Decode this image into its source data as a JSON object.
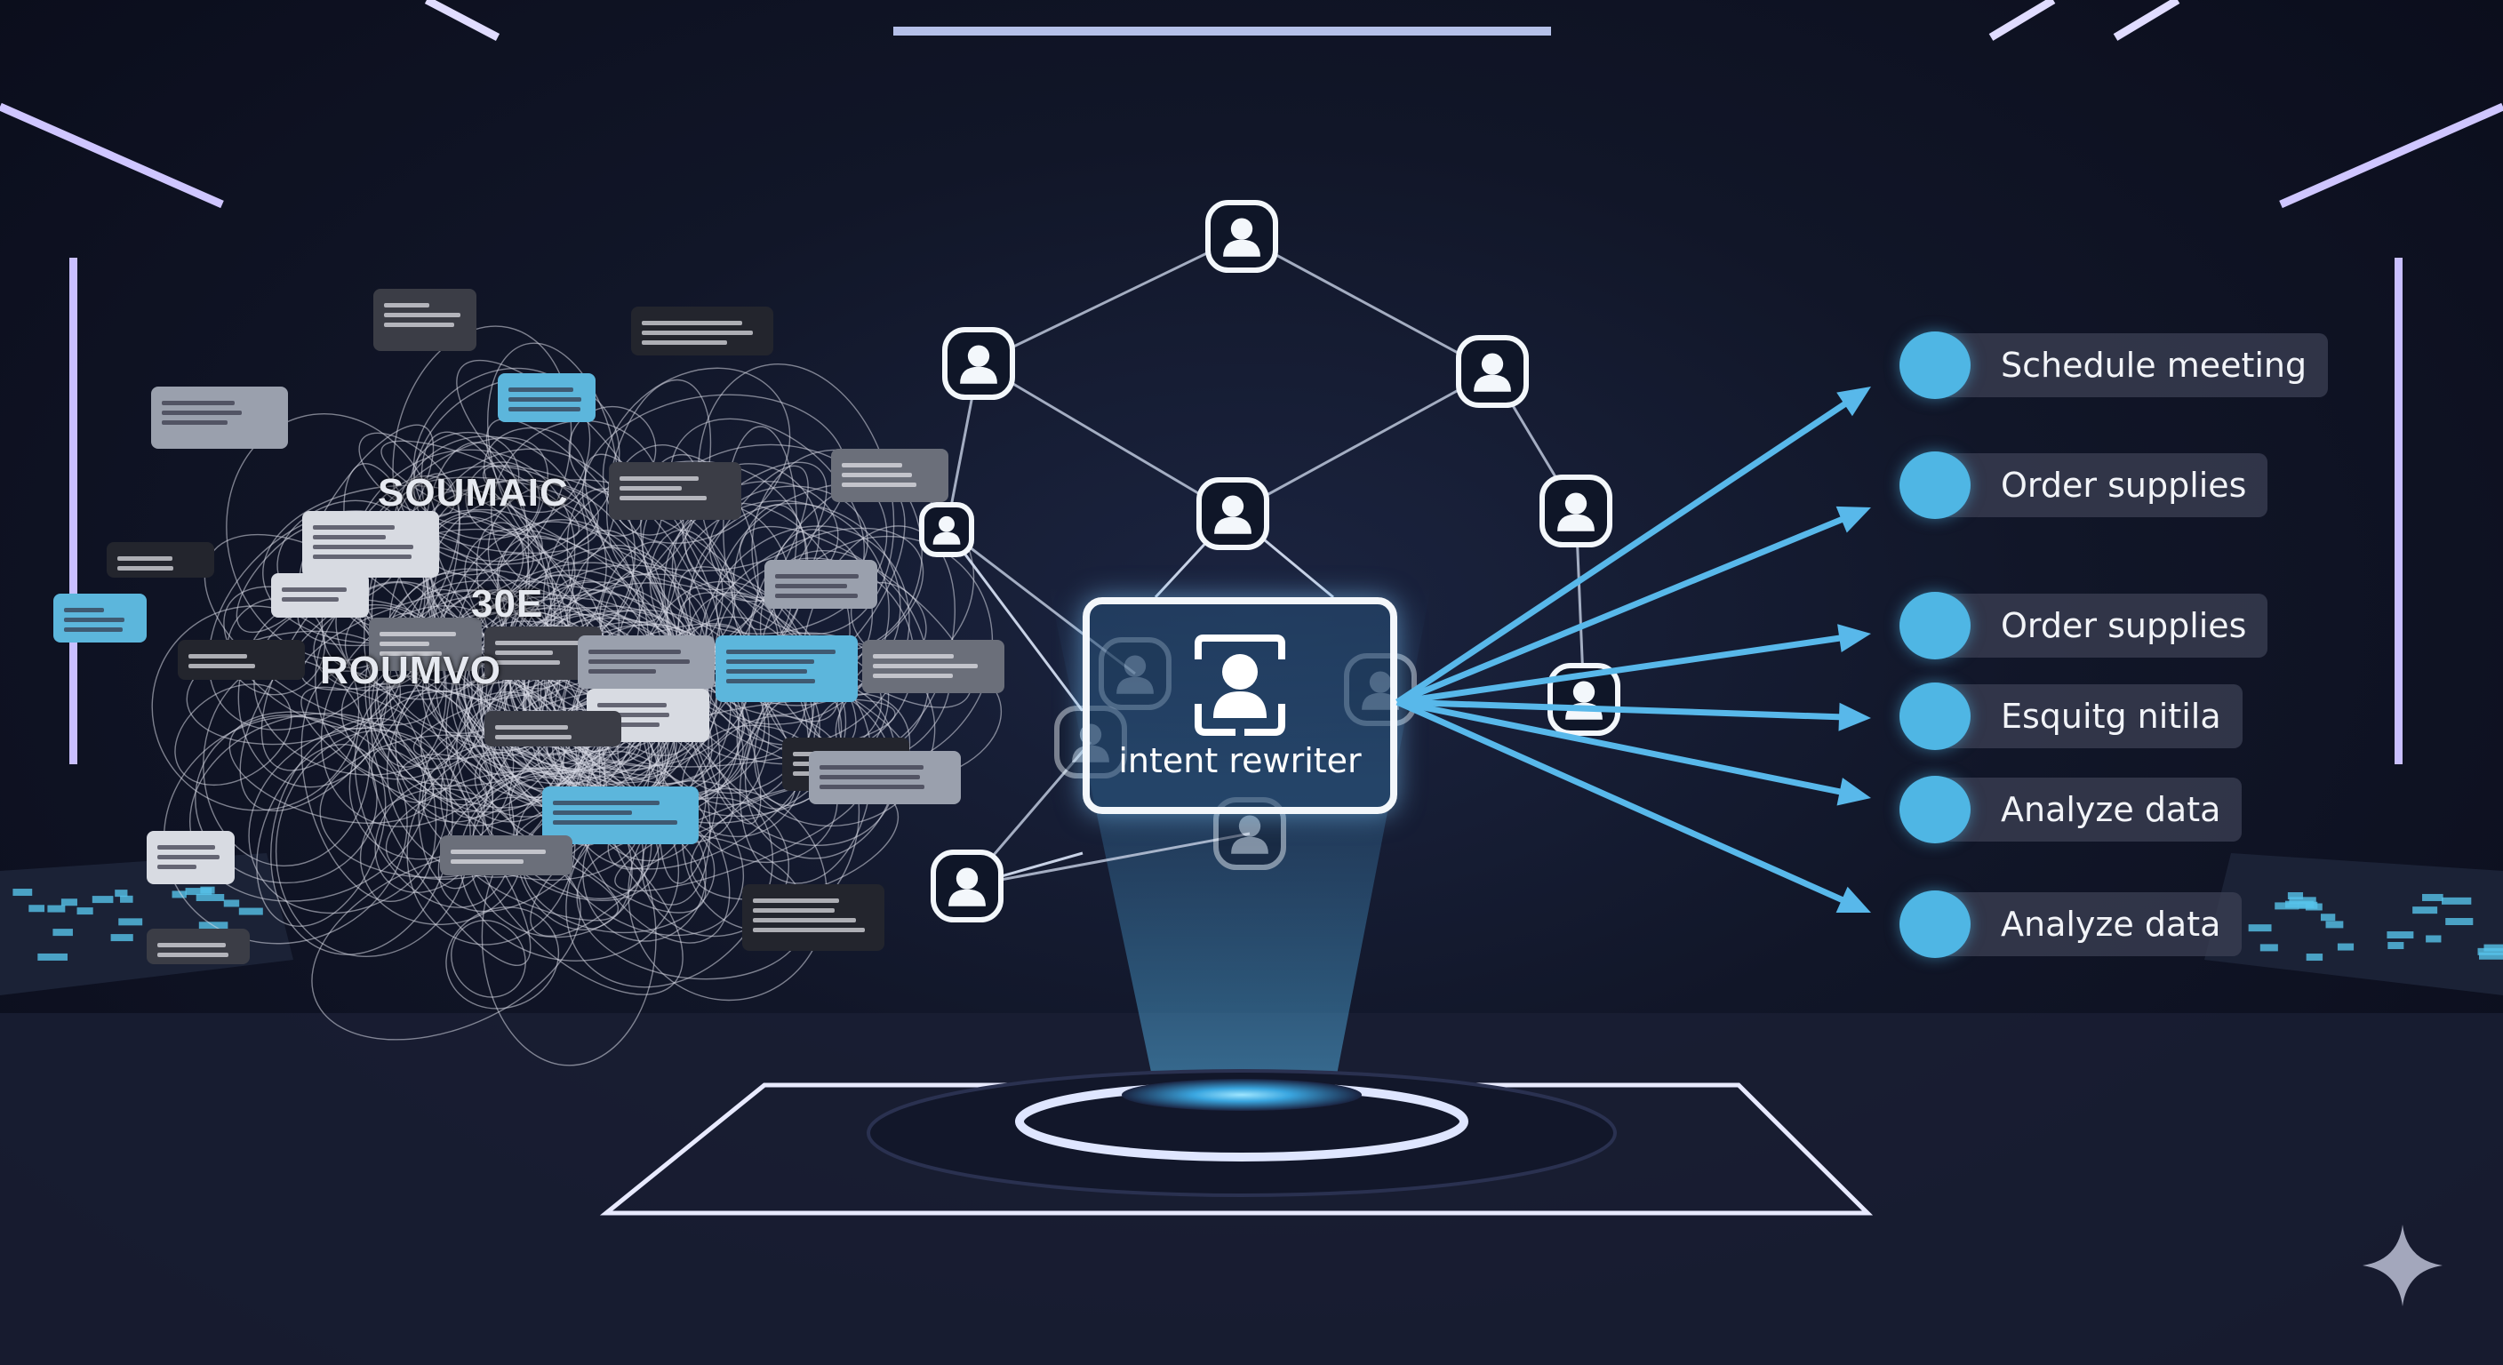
{
  "scene": {
    "title": "intent rewriter"
  },
  "noise_cloud": {
    "labels": [
      "SOUMAIC",
      "30E",
      "ROUMVO"
    ]
  },
  "intent_node": {
    "label": "intent rewriter",
    "icon": "user-frame-icon"
  },
  "outputs": [
    {
      "label": "Schedule meeting"
    },
    {
      "label": "Order supplies"
    },
    {
      "label": "Order supplies"
    },
    {
      "label": "Esquitg nitila"
    },
    {
      "label": "Analyze data"
    },
    {
      "label": "Analyze data"
    }
  ],
  "colors": {
    "accent": "#4fb6e4",
    "arrow": "#58b8ea",
    "node": "#f3f7fb",
    "background": "#111628"
  },
  "watermark": {
    "icon": "sparkle-icon"
  }
}
